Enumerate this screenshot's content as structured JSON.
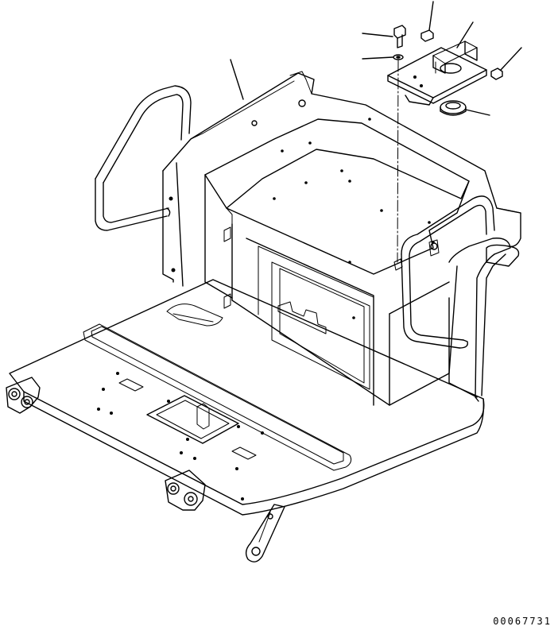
{
  "drawing_code": "00067731",
  "colors": {
    "line": "#000000",
    "background": "#ffffff"
  },
  "callouts": [
    {
      "id": "floor-frame"
    },
    {
      "id": "bolt"
    },
    {
      "id": "washer"
    },
    {
      "id": "nut-top"
    },
    {
      "id": "bracket"
    },
    {
      "id": "nut-right"
    },
    {
      "id": "grommet"
    }
  ]
}
